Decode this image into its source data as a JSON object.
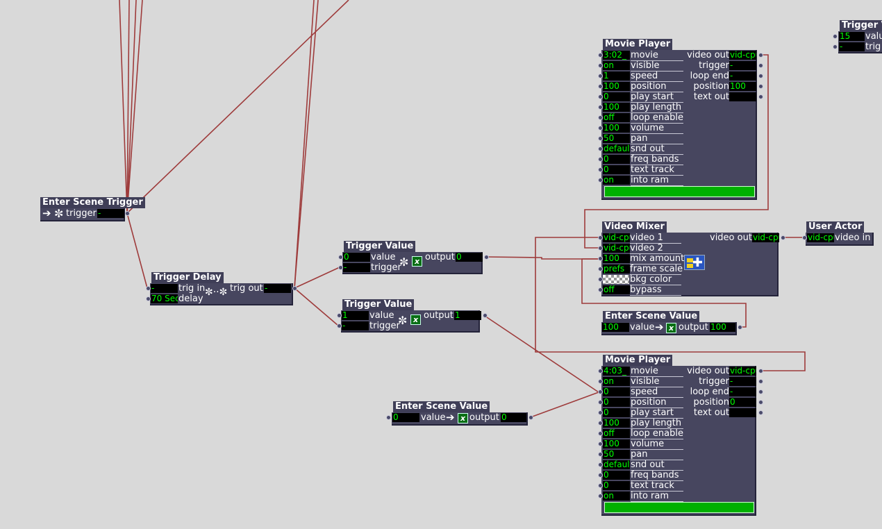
{
  "colors": {
    "canvas": "#d9d9d9",
    "actor_body": "#47465f",
    "field_bg": "#000000",
    "field_text": "#00ff00",
    "wire": "#9e3b3b"
  },
  "enter_scene_trigger": {
    "title": "Enter Scene Trigger",
    "output_label": "trigger",
    "output_value": "-"
  },
  "trigger_delay": {
    "title": "Trigger Delay",
    "inputs": [
      {
        "value": "-",
        "label": "trig in"
      },
      {
        "value": "70 Sec",
        "label": "delay"
      }
    ],
    "output_label": "trig out",
    "output_value": "-"
  },
  "trigger_value_1": {
    "title": "Trigger Value",
    "inputs": [
      {
        "value": "0",
        "label": "value"
      },
      {
        "value": "-",
        "label": "trigger"
      }
    ],
    "output_label": "output",
    "output_value": "0"
  },
  "trigger_value_2": {
    "title": "Trigger Value",
    "inputs": [
      {
        "value": "1",
        "label": "value"
      },
      {
        "value": "-",
        "label": "trigger"
      }
    ],
    "output_label": "output",
    "output_value": "1"
  },
  "trigger_value_3": {
    "title": "Trigger V",
    "inputs": [
      {
        "value": "15",
        "label": "valu"
      },
      {
        "value": "-",
        "label": "trig"
      }
    ]
  },
  "enter_scene_value_1": {
    "title": "Enter Scene Value",
    "input_value": "100",
    "input_label": "value",
    "output_label": "output",
    "output_value": "100"
  },
  "enter_scene_value_2": {
    "title": "Enter Scene Value",
    "input_value": "0",
    "input_label": "value",
    "output_label": "output",
    "output_value": "0"
  },
  "movie_player_1": {
    "title": "Movie Player",
    "inputs": [
      {
        "value": "3:02_",
        "label": "movie"
      },
      {
        "value": "on",
        "label": "visible"
      },
      {
        "value": "1",
        "label": "speed"
      },
      {
        "value": "100",
        "label": "position"
      },
      {
        "value": "0",
        "label": "play start"
      },
      {
        "value": "100",
        "label": "play length"
      },
      {
        "value": "off",
        "label": "loop enable"
      },
      {
        "value": "100",
        "label": "volume"
      },
      {
        "value": "50",
        "label": "pan"
      },
      {
        "value": "default",
        "label": "snd out"
      },
      {
        "value": "0",
        "label": "freq bands"
      },
      {
        "value": "0",
        "label": "text track"
      },
      {
        "value": "on",
        "label": "into ram"
      }
    ],
    "outputs": [
      {
        "label": "video out",
        "value": "vid-cpu"
      },
      {
        "label": "trigger",
        "value": "-"
      },
      {
        "label": "loop end",
        "value": "-"
      },
      {
        "label": "position",
        "value": "100"
      },
      {
        "label": "text out",
        "value": ""
      }
    ],
    "progress": 1.0
  },
  "movie_player_2": {
    "title": "Movie Player",
    "inputs": [
      {
        "value": "4:03_",
        "label": "movie"
      },
      {
        "value": "on",
        "label": "visible"
      },
      {
        "value": "0",
        "label": "speed"
      },
      {
        "value": "0",
        "label": "position"
      },
      {
        "value": "0",
        "label": "play start"
      },
      {
        "value": "100",
        "label": "play length"
      },
      {
        "value": "off",
        "label": "loop enable"
      },
      {
        "value": "100",
        "label": "volume"
      },
      {
        "value": "50",
        "label": "pan"
      },
      {
        "value": "default",
        "label": "snd out"
      },
      {
        "value": "0",
        "label": "freq bands"
      },
      {
        "value": "0",
        "label": "text track"
      },
      {
        "value": "on",
        "label": "into ram"
      }
    ],
    "outputs": [
      {
        "label": "video out",
        "value": "vid-cpu"
      },
      {
        "label": "trigger",
        "value": "-"
      },
      {
        "label": "loop end",
        "value": "-"
      },
      {
        "label": "position",
        "value": "0"
      },
      {
        "label": "text out",
        "value": ""
      }
    ],
    "progress": 1.0
  },
  "video_mixer": {
    "title": "Video Mixer",
    "inputs": [
      {
        "value": "vid-cpu",
        "label": "video 1"
      },
      {
        "value": "vid-cpu",
        "label": "video 2"
      },
      {
        "value": "100",
        "label": "mix amount"
      },
      {
        "value": "prefs",
        "label": "frame scale"
      },
      {
        "value": "",
        "label": "bkg color"
      },
      {
        "value": "off",
        "label": "bypass"
      }
    ],
    "output_label": "video out",
    "output_value": "vid-cpu"
  },
  "user_actor": {
    "title": "User Actor",
    "input_value": "vid-cpu",
    "input_label": "video in"
  }
}
